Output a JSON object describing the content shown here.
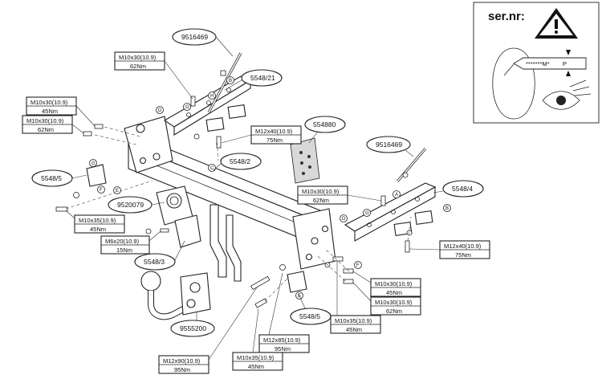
{
  "serial_panel": {
    "title": "ser.nr:",
    "plate_text": "*******M*",
    "plate_letter": "P"
  },
  "part_labels": {
    "top_9516469": "9516469",
    "right_9516469": "9516469",
    "p5548_21": "5548/21",
    "p5548_2": "5548/2",
    "p5548_4": "5548/4",
    "p5548_5_left": "5548/5",
    "p5548_5_bottom": "5548/5",
    "p5548_3": "5548/3",
    "p554880": "554880",
    "p9520079": "9520079",
    "p9555200": "9555200"
  },
  "torque_boxes": {
    "m10x30_top": {
      "size": "M10x30(10.9)",
      "torque": "62Nm"
    },
    "m10x30_left_a": {
      "size": "M10x30(10.9)",
      "torque": "45Nm"
    },
    "m10x30_left_b": {
      "size": "M10x30(10.9)",
      "torque": "62Nm"
    },
    "m12x40_mid": {
      "size": "M12x40(10.9)",
      "torque": "75Nm"
    },
    "m10x30_center": {
      "size": "M10x30(10.9)",
      "torque": "62Nm"
    },
    "m10x35_left": {
      "size": "M10x35(10.9)",
      "torque": "45Nm"
    },
    "m6x20": {
      "size": "M6x20(10.9)",
      "torque": "15Nm"
    },
    "m12x40_right": {
      "size": "M12x40(10.9)",
      "torque": "75Nm"
    },
    "m10x30_right_a": {
      "size": "M10x30(10.9)",
      "torque": "45Nm"
    },
    "m10x30_right_b": {
      "size": "M10x30(10.9)",
      "torque": "62Nm"
    },
    "m10x35_bottom": {
      "size": "M10x35(10.9)",
      "torque": "45Nm"
    },
    "m12x85": {
      "size": "M12x85(10.9)",
      "torque": "95Nm"
    },
    "m10x35_lower": {
      "size": "M10x35(10.9)",
      "torque": "45Nm"
    },
    "m12x90": {
      "size": "M12x90(10.9)",
      "torque": "95Nm"
    }
  },
  "letters": {
    "A": "A",
    "B": "B",
    "C": "C",
    "D": "D",
    "E": "E",
    "F": "F",
    "G": "G",
    "H": "H"
  },
  "colors": {
    "line": "#222222",
    "box_border": "#333333",
    "background": "#ffffff"
  },
  "icons": [
    "warning-triangle-icon",
    "eye-icon"
  ]
}
